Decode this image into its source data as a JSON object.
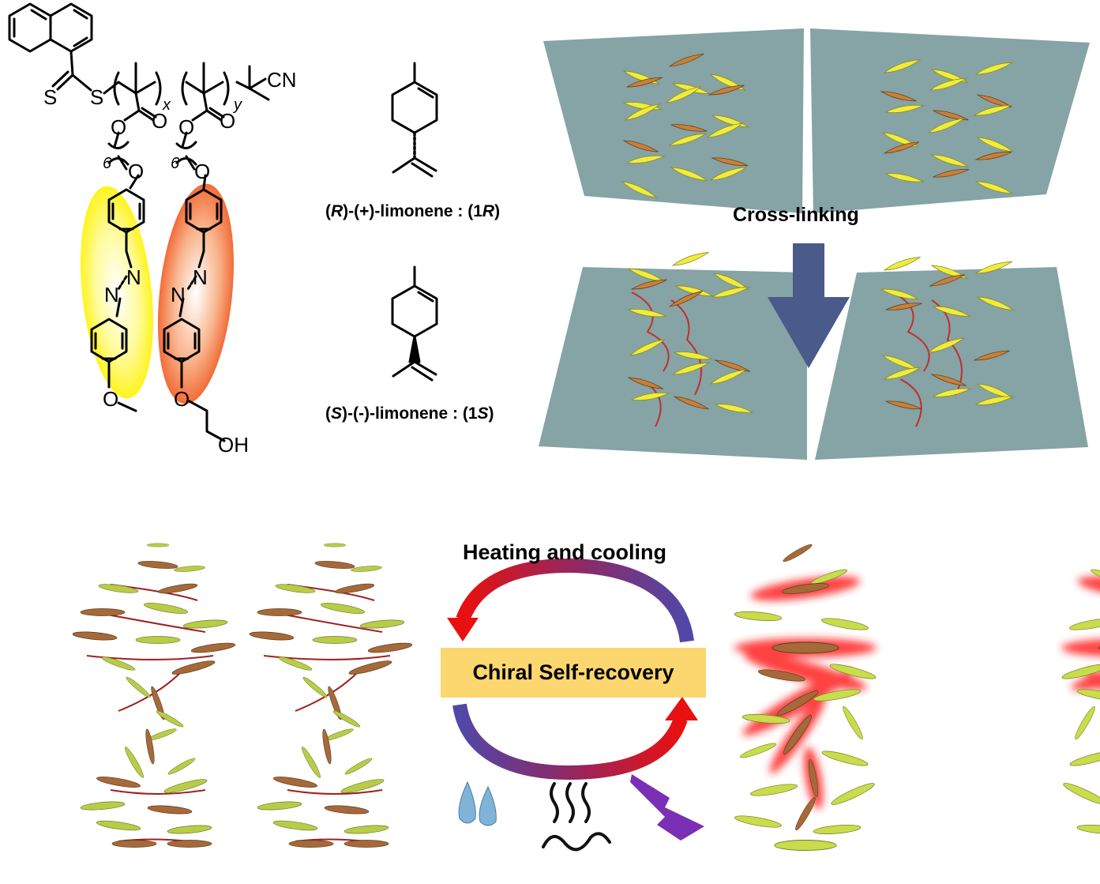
{
  "polymer": {
    "naphthyl_s": "S",
    "thio_s": "S",
    "cn_label": "CN",
    "sub_x": "x",
    "sub_y": "y",
    "o_ester_left": "O",
    "o_ester_right": "O",
    "o_carb_left": "O",
    "o_carb_right": "O",
    "spacer_left": "6",
    "spacer_right": "6",
    "o_spacer_left": "O",
    "o_spacer_right": "O",
    "n_left_top": "N",
    "n_left_bottom": "N",
    "n_right_top": "N",
    "n_right_bottom": "N",
    "o_methoxy": "O",
    "o_hydroxyethoxy": "O",
    "oh_label": "OH"
  },
  "limonene": {
    "r_prefix": "(",
    "r_it": "R",
    "r_main": ")-(+)-limonene : (1",
    "r_it2": "R",
    "r_end": ")",
    "s_prefix": "(",
    "s_it": "S",
    "s_main": ")-(-)-limonene : (1",
    "s_it2": "S",
    "s_end": ")"
  },
  "labels": {
    "cross_linking": "Cross-linking",
    "heating_cooling": "Heating and cooling",
    "chiral_recovery": "Chiral Self-recovery"
  },
  "colors": {
    "panel": "#7f9ea0",
    "yellow_blade": "#f0ec3c",
    "orange_blade": "#c8803a",
    "arrow_down": "#4a5a8a",
    "box_fill": "#fcd66e",
    "arrow_red": "#e81010",
    "arrow_blue": "#5048a8",
    "glow": "#ff2020",
    "bolt": "#7a2fb4",
    "drop": "#7fb3d8",
    "ellipse_yellow": "#fff200",
    "ellipse_orange": "#f26a2a",
    "green_ellipsoid": "#b8cc4a",
    "brown_ellipsoid": "#a5693a"
  }
}
